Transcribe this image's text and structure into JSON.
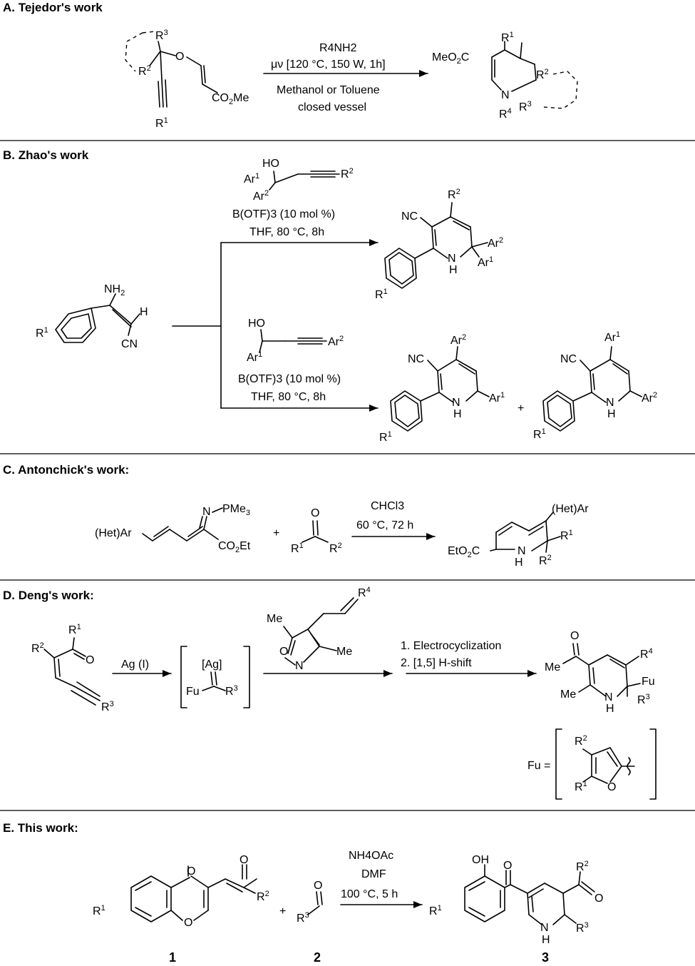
{
  "sections": {
    "A": {
      "header": "A. Tejedor's work",
      "reagent": "R4NH2",
      "conditions_1": "μν [120 °C, 150 W, 1h]",
      "conditions_2": "Methanol or Toluene",
      "conditions_3": "closed vessel"
    },
    "B": {
      "header": "B. Zhao's work",
      "catalyst_top": "B(OTF)3 (10 mol %)",
      "solvent_top": "THF, 80 °C, 8h",
      "catalyst_bottom": "B(OTF)3 (10 mol %)",
      "solvent_bottom": "THF, 80 °C, 8h"
    },
    "C": {
      "header": "C. Antonchick's work:",
      "conditions_1": "CHCl3",
      "conditions_2": "60 °C, 72 h"
    },
    "D": {
      "header": "D. Deng's work:",
      "catalyst": "Ag (I)",
      "step_1": "1. Electrocyclization",
      "step_2": "2. [1,5] H-shift",
      "fu_definition": "Fu ="
    },
    "E": {
      "header": "E. This work:",
      "reagent": "NH4OAc",
      "solvent": "DMF",
      "conditions": "100 °C, 5 h",
      "compound_1": "1",
      "compound_2": "2",
      "compound_3": "3"
    }
  },
  "colors": {
    "ink": "#000000",
    "background": "#ffffff"
  }
}
